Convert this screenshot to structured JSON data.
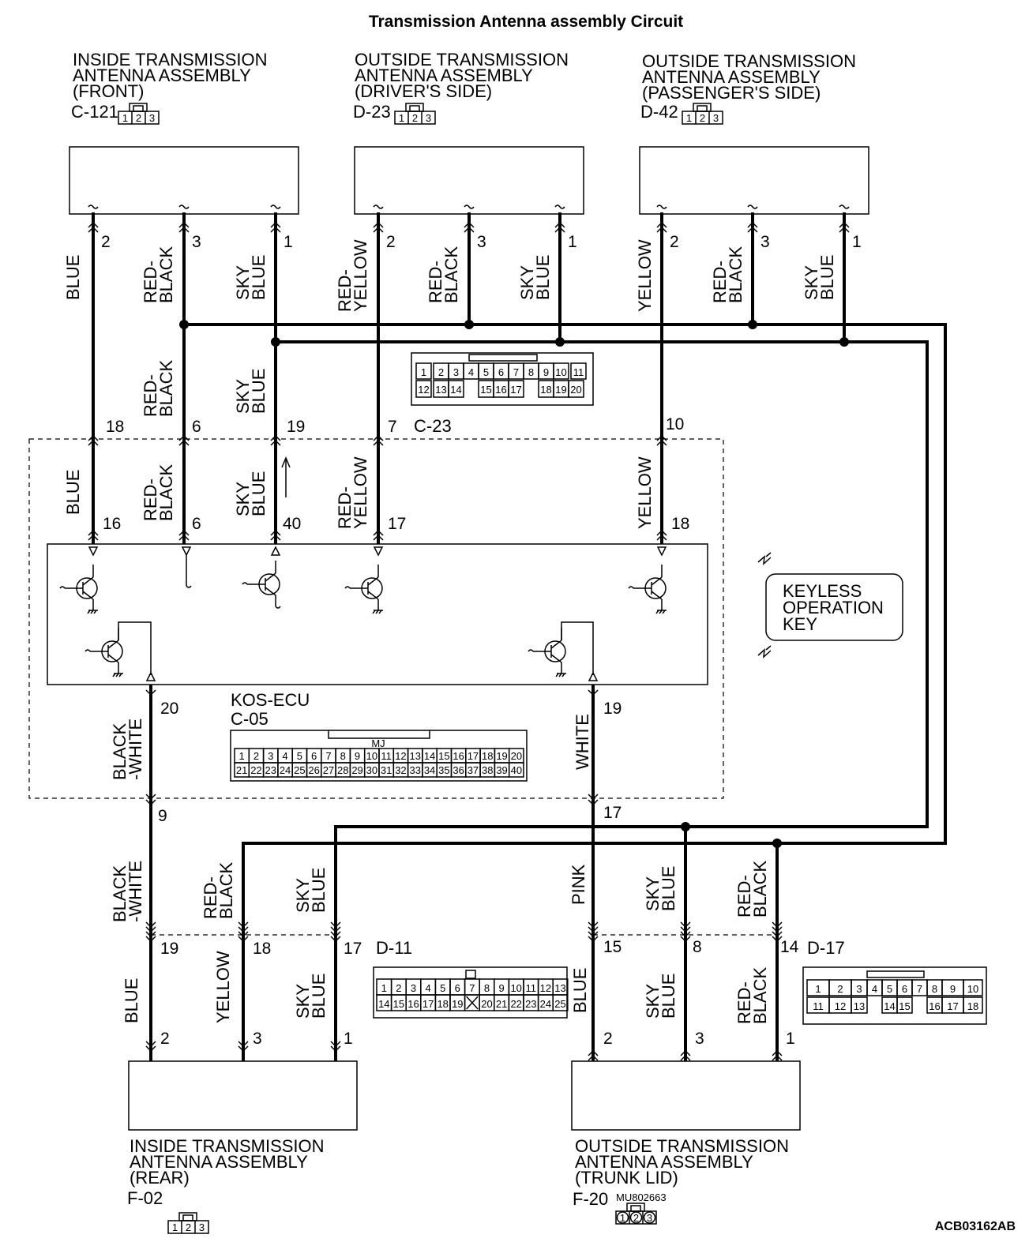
{
  "title": "Transmission Antenna assembly Circuit",
  "code": "ACB03162AB",
  "top_components": [
    {
      "lines": [
        "INSIDE TRANSMISSION",
        "ANTENNA ASSEMBLY",
        "(FRONT)"
      ],
      "connector": "C-121",
      "pins": [
        "1",
        "2",
        "3"
      ]
    },
    {
      "lines": [
        "OUTSIDE TRANSMISSION",
        "ANTENNA ASSEMBLY",
        "(DRIVER'S SIDE)"
      ],
      "connector": "D-23",
      "pins": [
        "1",
        "2",
        "3"
      ]
    },
    {
      "lines": [
        "OUTSIDE TRANSMISSION",
        "ANTENNA ASSEMBLY",
        "(PASSENGER'S SIDE)"
      ],
      "connector": "D-42",
      "pins": [
        "1",
        "2",
        "3"
      ]
    }
  ],
  "top_wires": [
    {
      "pin": "2",
      "color": [
        "BLUE"
      ]
    },
    {
      "pin": "3",
      "color": [
        "RED-",
        "BLACK"
      ]
    },
    {
      "pin": "1",
      "color": [
        "SKY",
        "BLUE"
      ]
    },
    {
      "pin": "2",
      "color": [
        "RED-",
        "YELLOW"
      ]
    },
    {
      "pin": "3",
      "color": [
        "RED-",
        "BLACK"
      ]
    },
    {
      "pin": "1",
      "color": [
        "SKY",
        "BLUE"
      ]
    },
    {
      "pin": "2",
      "color": [
        "YELLOW"
      ]
    },
    {
      "pin": "3",
      "color": [
        "RED-",
        "BLACK"
      ]
    },
    {
      "pin": "1",
      "color": [
        "SKY",
        "BLUE"
      ]
    }
  ],
  "c23": {
    "label": "C-23",
    "row1": [
      "1",
      "2",
      "3",
      "4",
      "5",
      "6",
      "7",
      "8",
      "9",
      "10",
      "11"
    ],
    "row2": [
      "12",
      "13",
      "14",
      "15",
      "16",
      "17",
      "18",
      "19",
      "20"
    ]
  },
  "mid_wires": [
    {
      "pin_top": "18",
      "pin_bottom": "16",
      "color_a": [
        "BLUE"
      ],
      "color_b": [
        "BLUE"
      ]
    },
    {
      "pin_top": "6",
      "pin_bottom": "6",
      "color_a": [
        "RED-",
        "BLACK"
      ],
      "color_b": [
        "RED-",
        "BLACK"
      ]
    },
    {
      "pin_top": "19",
      "pin_bottom": "40",
      "color_a": [
        "SKY",
        "BLUE"
      ],
      "color_b": [
        "SKY",
        "BLUE"
      ]
    },
    {
      "pin_top": "7",
      "pin_bottom": "17",
      "color_a": [],
      "color_b": [
        "RED-",
        "YELLOW"
      ]
    },
    {
      "pin_top": "10",
      "pin_bottom": "18",
      "color_a": [],
      "color_b": [
        "YELLOW"
      ]
    }
  ],
  "ecu": {
    "name": "KOS-ECU",
    "connector": "C-05",
    "tag": "MJ",
    "row1": [
      "1",
      "2",
      "3",
      "4",
      "5",
      "6",
      "7",
      "8",
      "9",
      "10",
      "11",
      "12",
      "13",
      "14",
      "15",
      "16",
      "17",
      "18",
      "19",
      "20"
    ],
    "row2": [
      "21",
      "22",
      "23",
      "24",
      "25",
      "26",
      "27",
      "28",
      "29",
      "30",
      "31",
      "32",
      "33",
      "34",
      "35",
      "36",
      "37",
      "38",
      "39",
      "40"
    ],
    "out_left": {
      "pin": "20",
      "color": [
        "BLACK",
        "-WHITE"
      ]
    },
    "out_right": {
      "pin": "19",
      "color": [
        "WHITE"
      ]
    }
  },
  "key": {
    "lines": [
      "KEYLESS",
      "OPERATION",
      "KEY"
    ]
  },
  "lower_left": {
    "pin_9": "9",
    "wire_colors": [
      [
        "BLACK",
        "-WHITE"
      ],
      [
        "RED-",
        "BLACK"
      ],
      [
        "SKY",
        "BLUE"
      ]
    ],
    "junction_pins": [
      "19",
      "18",
      "17"
    ],
    "connector": "D-11",
    "bottom_colors": [
      [
        "BLUE"
      ],
      [
        "YELLOW"
      ],
      [
        "SKY",
        "BLUE"
      ]
    ],
    "bottom_pins": [
      "2",
      "3",
      "1"
    ]
  },
  "lower_right": {
    "pin_17": "17",
    "wire_colors": [
      [
        "PINK"
      ],
      [
        "SKY",
        "BLUE"
      ],
      [
        "RED-",
        "BLACK"
      ]
    ],
    "junction_pins": [
      "15",
      "8",
      "14"
    ],
    "connector": "D-17",
    "bottom_colors": [
      [
        "BLUE"
      ],
      [
        "SKY",
        "BLUE"
      ],
      [
        "RED-",
        "BLACK"
      ]
    ],
    "bottom_pins": [
      "2",
      "3",
      "1"
    ]
  },
  "d11": {
    "row1": [
      "1",
      "2",
      "3",
      "4",
      "5",
      "6",
      "7",
      "8",
      "9",
      "10",
      "11",
      "12",
      "13"
    ],
    "row2": [
      "14",
      "15",
      "16",
      "17",
      "18",
      "19",
      "",
      "20",
      "21",
      "22",
      "23",
      "24",
      "25"
    ]
  },
  "d17": {
    "row1": [
      "1",
      "2",
      "3",
      "4",
      "5",
      "6",
      "7",
      "8",
      "9",
      "10"
    ],
    "row2": [
      "11",
      "12",
      "13",
      "14",
      "15",
      "16",
      "17",
      "18"
    ]
  },
  "bottom_components": [
    {
      "lines": [
        "INSIDE TRANSMISSION",
        "ANTENNA ASSEMBLY",
        "(REAR)"
      ],
      "connector": "F-02",
      "pins": [
        "1",
        "2",
        "3"
      ]
    },
    {
      "lines": [
        "OUTSIDE TRANSMISSION",
        "ANTENNA ASSEMBLY",
        "(TRUNK LID)"
      ],
      "connector": "F-20",
      "part": "MU802663",
      "pins": [
        "1",
        "2",
        "3"
      ]
    }
  ]
}
